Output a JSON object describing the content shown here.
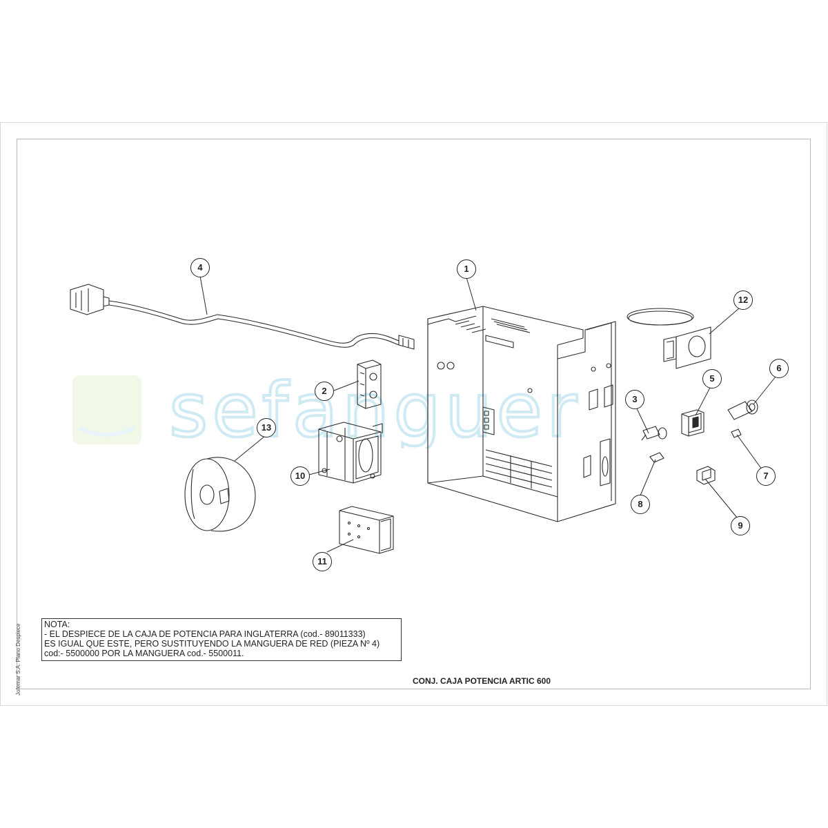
{
  "watermark": {
    "text": "sefanguer",
    "color": "#9fd3e6",
    "block_color": "#cfe8b0"
  },
  "callouts": [
    "1",
    "2",
    "3",
    "4",
    "5",
    "6",
    "7",
    "8",
    "9",
    "10",
    "11",
    "12",
    "13"
  ],
  "note": {
    "heading": "NOTA:",
    "line1": "- EL DESPIECE DE LA CAJA DE POTENCIA PARA INGLATERRA (cod.- 89011333)",
    "line2": "ES IGUAL QUE ESTE, PERO SUSTITUYENDO LA MANGUERA DE RED (PIEZA Nº 4)",
    "line3": "cod:- 5500000 POR LA MANGUERA cod.- 5500011."
  },
  "title": "CONJ. CAJA POTENCIA ARTIC 600",
  "side_label": "Jofemar S.A. Plano Despiece",
  "colors": {
    "line": "#2a2a2a",
    "frame": "#b8b8b8"
  }
}
